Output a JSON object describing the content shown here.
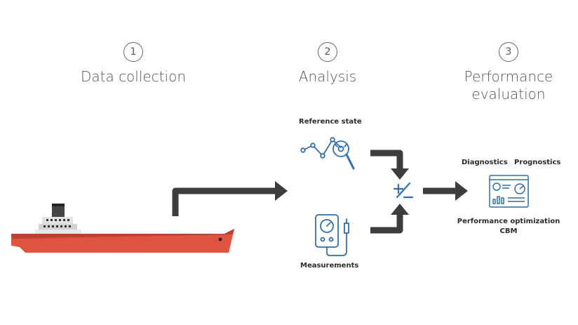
{
  "steps": [
    {
      "number": "1",
      "title": "Data collection"
    },
    {
      "number": "2",
      "title": "Analysis"
    },
    {
      "number": "3",
      "title_line1": "Performance",
      "title_line2": "evaluation"
    }
  ],
  "analysis": {
    "reference_state": "Reference state",
    "measurements": "Measurements",
    "compare_symbol": "+/−"
  },
  "evaluation": {
    "diagnostics": "Diagnostics",
    "prognostics": "Prognostics",
    "optimization": "Performance optimization",
    "cbm": "CBM"
  },
  "colors": {
    "arrow": "#3d3d3d",
    "ship_hull": "#e0533f",
    "ship_hull_dark": "#b8422f",
    "icon_blue": "#2f6fb0",
    "text": "#555555"
  },
  "icons": [
    "ship-icon",
    "trend-search-icon",
    "meter-device-icon",
    "compare-icon",
    "dashboard-icon"
  ]
}
